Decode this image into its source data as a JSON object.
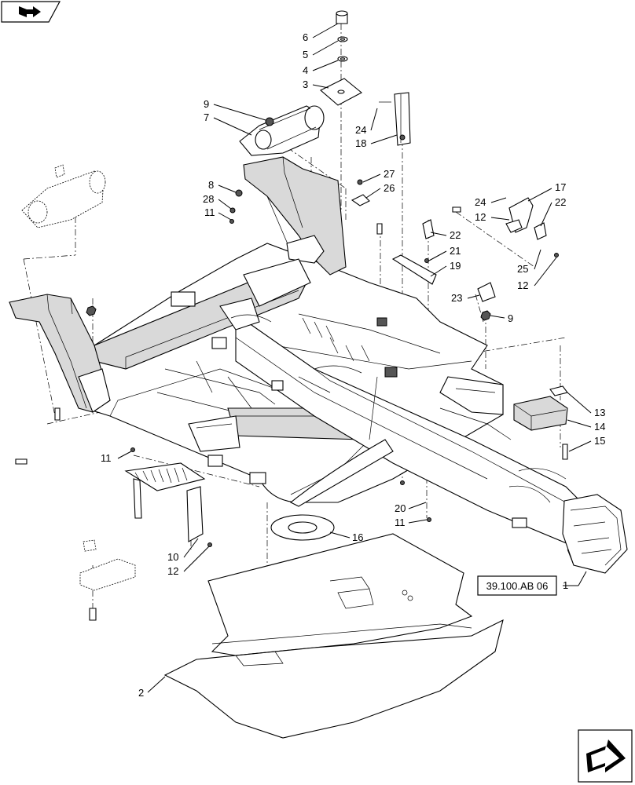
{
  "diagram": {
    "reference_label": "39.100.AB 06",
    "callouts": [
      {
        "id": "c6",
        "text": "6"
      },
      {
        "id": "c5",
        "text": "5"
      },
      {
        "id": "c4",
        "text": "4"
      },
      {
        "id": "c3",
        "text": "3"
      },
      {
        "id": "c9a",
        "text": "9"
      },
      {
        "id": "c7",
        "text": "7"
      },
      {
        "id": "c24a",
        "text": "24"
      },
      {
        "id": "c18",
        "text": "18"
      },
      {
        "id": "c8",
        "text": "8"
      },
      {
        "id": "c28",
        "text": "28"
      },
      {
        "id": "c11a",
        "text": "11"
      },
      {
        "id": "c27",
        "text": "27"
      },
      {
        "id": "c26",
        "text": "26"
      },
      {
        "id": "c17",
        "text": "17"
      },
      {
        "id": "c24b",
        "text": "24"
      },
      {
        "id": "c22a",
        "text": "22"
      },
      {
        "id": "c12a",
        "text": "12"
      },
      {
        "id": "c22b",
        "text": "22"
      },
      {
        "id": "c21",
        "text": "21"
      },
      {
        "id": "c19",
        "text": "19"
      },
      {
        "id": "c25",
        "text": "25"
      },
      {
        "id": "c12b",
        "text": "12"
      },
      {
        "id": "c23",
        "text": "23"
      },
      {
        "id": "c9b",
        "text": "9"
      },
      {
        "id": "c13",
        "text": "13"
      },
      {
        "id": "c14",
        "text": "14"
      },
      {
        "id": "c15",
        "text": "15"
      },
      {
        "id": "c11b",
        "text": "11"
      },
      {
        "id": "c20",
        "text": "20"
      },
      {
        "id": "c11c",
        "text": "11"
      },
      {
        "id": "c16",
        "text": "16"
      },
      {
        "id": "c10",
        "text": "10"
      },
      {
        "id": "c12c",
        "text": "12"
      },
      {
        "id": "c1",
        "text": "1"
      },
      {
        "id": "c2",
        "text": "2"
      }
    ]
  },
  "icons": {
    "top_left": "book-arrow-icon",
    "bottom_right": "next-page-arrow-icon"
  }
}
